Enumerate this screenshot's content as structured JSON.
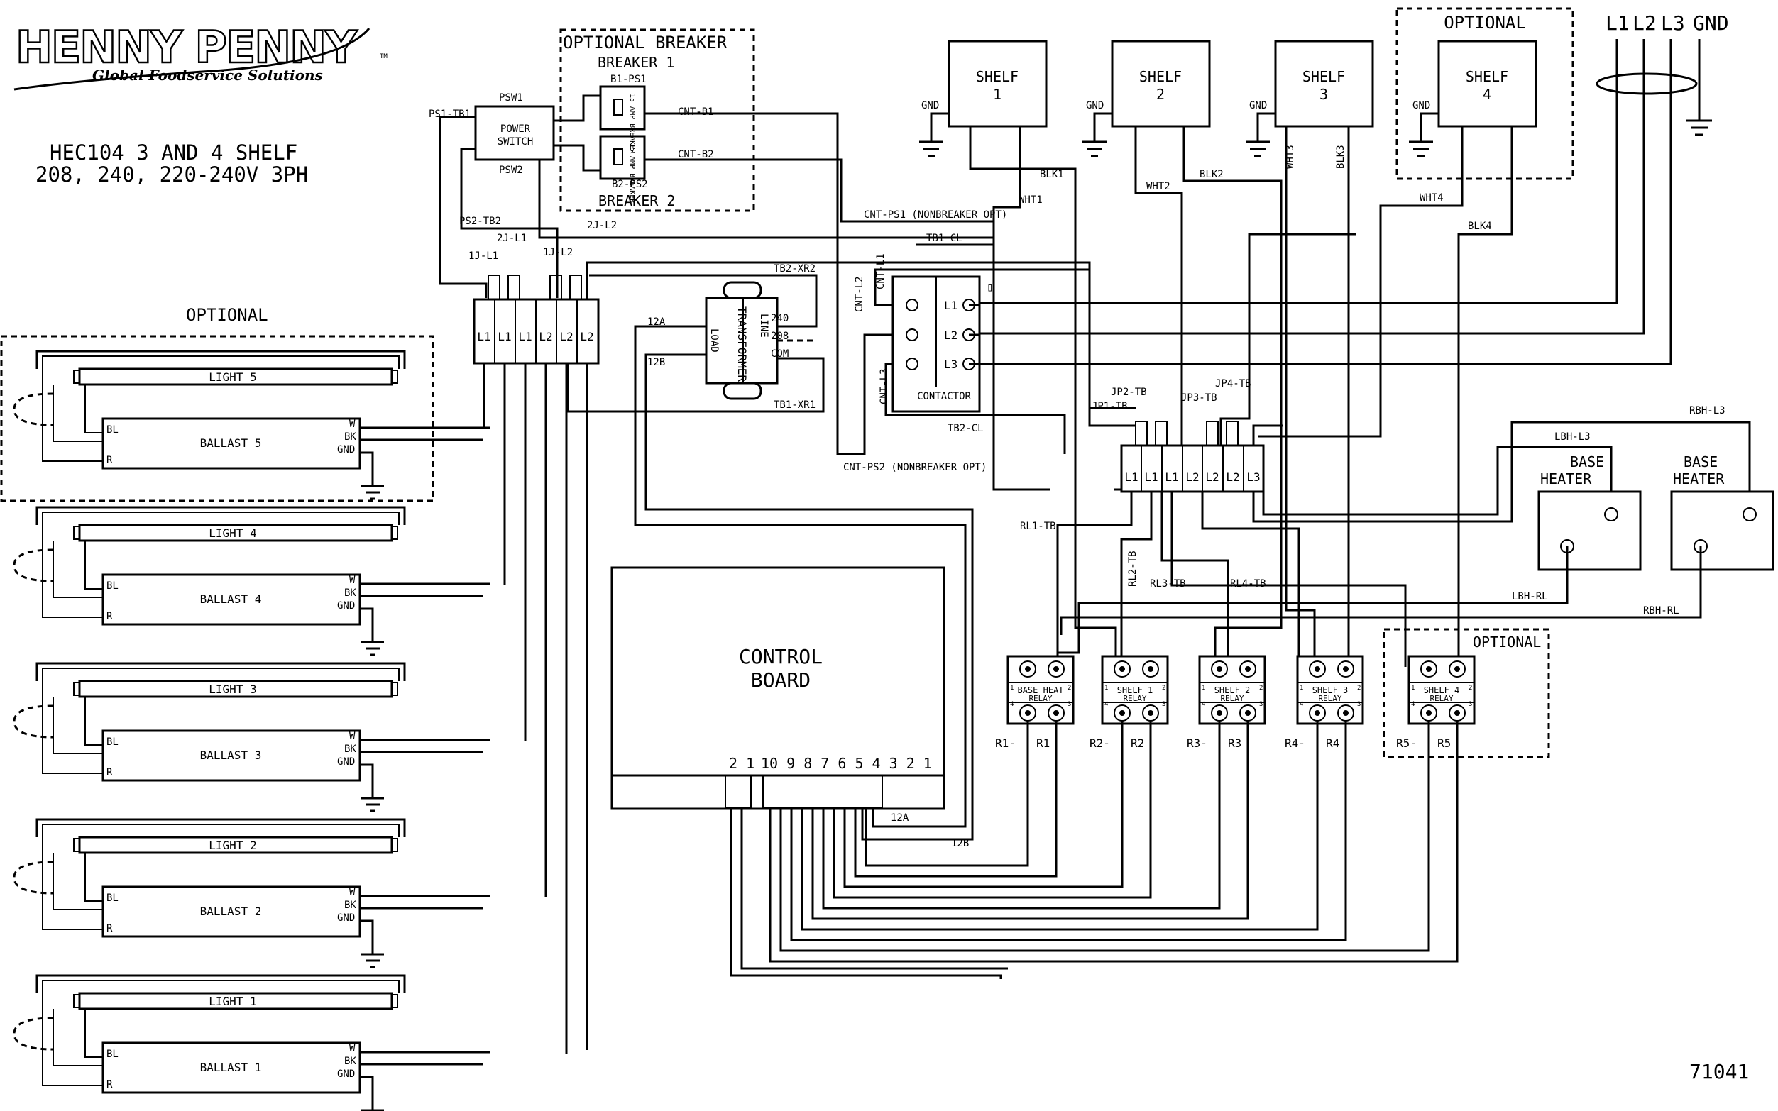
{
  "brand": {
    "name": "HENNY PENNY",
    "tagline": "Global Foodservice Solutions",
    "tm": "TM"
  },
  "title": {
    "line1": "HEC104 3 AND 4 SHELF",
    "line2": "208, 240, 220-240V 3PH"
  },
  "drawing_number": "71041",
  "supply": {
    "l1": "L1",
    "l2": "L2",
    "l3": "L3",
    "gnd": "GND"
  },
  "optional_label": "OPTIONAL",
  "breaker": {
    "title": "OPTIONAL BREAKER",
    "b1": "BREAKER 1",
    "b2": "BREAKER 2",
    "b1_ps1": "B1-PS1",
    "b2_ps2": "B2-PS2",
    "cnt_b1": "CNT-B1",
    "cnt_b2": "CNT-B2",
    "rating": "15 AMP BREAKER"
  },
  "switch": {
    "psw1": "PSW1",
    "psw2": "PSW2",
    "label1": "POWER",
    "label2": "SWITCH",
    "ps1_tb1": "PS1-TB1",
    "ps2_tb2": "PS2-TB2"
  },
  "tb1": {
    "wires": [
      "1J-L1",
      "2J-L1",
      "1J-L2",
      "2J-L2"
    ],
    "terminals": [
      "L1",
      "L1",
      "L1",
      "L2",
      "L2",
      "L2"
    ]
  },
  "transformer": {
    "name": "TRANSFORMER",
    "load": "LOAD",
    "line": "LINE",
    "v240": "240",
    "v208": "208",
    "com": "COM",
    "tb2_xr2": "TB2-XR2",
    "tb1_xr1": "TB1-XR1",
    "w12a": "12A",
    "w12b": "12B"
  },
  "contactor": {
    "name": "CONTACTOR",
    "terminals": [
      "L1",
      "L2",
      "L3"
    ],
    "cnt_l1": "CNT-L1",
    "cnt_l2": "CNT-L2",
    "cnt_l3": "CNT-L3",
    "tb1_cl": "TB1-CL",
    "tb2_cl": "TB2-CL",
    "cnt_ps1": "CNT-PS1 (NONBREAKER OPT)",
    "cnt_ps2": "CNT-PS2 (NONBREAKER OPT)"
  },
  "tb2": {
    "jumpers": [
      "JP1-TB",
      "JP2-TB",
      "JP3-TB",
      "JP4-TB"
    ],
    "terminals": [
      "L1",
      "L1",
      "L1",
      "L2",
      "L2",
      "L2",
      "L3"
    ]
  },
  "shelves": [
    {
      "line1": "SHELF",
      "line2": "1",
      "gnd": "GND",
      "w1": "BLK1",
      "w2": "WHT1"
    },
    {
      "line1": "SHELF",
      "line2": "2",
      "gnd": "GND",
      "w1": "WHT2",
      "w2": "BLK2"
    },
    {
      "line1": "SHELF",
      "line2": "3",
      "gnd": "GND",
      "w1": "WHT3",
      "w2": "BLK3"
    },
    {
      "line1": "SHELF",
      "line2": "4",
      "gnd": "GND",
      "w1": "WHT4",
      "w2": "BLK4"
    }
  ],
  "heaters": [
    {
      "line1": "BASE",
      "line2": "HEATER",
      "wire_top": "LBH-L3",
      "wire_bottom": "LBH-RL"
    },
    {
      "line1": "BASE",
      "line2": "HEATER",
      "wire_top": "RBH-L3",
      "wire_bottom": "RBH-RL"
    }
  ],
  "relays": [
    {
      "name": "BASE HEAT",
      "sub": "RELAY",
      "neg": "R1-",
      "pos": "R1",
      "wire": "RL1-TB"
    },
    {
      "name": "SHELF 1",
      "sub": "RELAY",
      "neg": "R2-",
      "pos": "R2",
      "wire": "RL2-TB"
    },
    {
      "name": "SHELF 2",
      "sub": "RELAY",
      "neg": "R3-",
      "pos": "R3",
      "wire": "RL3-TB"
    },
    {
      "name": "SHELF 3",
      "sub": "RELAY",
      "neg": "R4-",
      "pos": "R4",
      "wire": "RL4-TB"
    },
    {
      "name": "SHELF 4",
      "sub": "RELAY",
      "neg": "R5-",
      "pos": "R5",
      "wire": ""
    }
  ],
  "relay_pins": [
    "1",
    "2",
    "4",
    "3"
  ],
  "control_board": {
    "line1": "CONTROL",
    "line2": "BOARD",
    "pins_left": "2 1",
    "pins_right": "10 9 8 7 6 5 4 3 2 1",
    "w12a": "12A",
    "w12b": "12B"
  },
  "lights": [
    {
      "lamp": "LIGHT 5",
      "ballast": "BALLAST 5"
    },
    {
      "lamp": "LIGHT 4",
      "ballast": "BALLAST 4"
    },
    {
      "lamp": "LIGHT 3",
      "ballast": "BALLAST 3"
    },
    {
      "lamp": "LIGHT 2",
      "ballast": "BALLAST 2"
    },
    {
      "lamp": "LIGHT 1",
      "ballast": "BALLAST 1"
    }
  ],
  "ballast_terms": {
    "bl": "BL",
    "r": "R",
    "w": "W",
    "bk": "BK",
    "gnd": "GND"
  }
}
